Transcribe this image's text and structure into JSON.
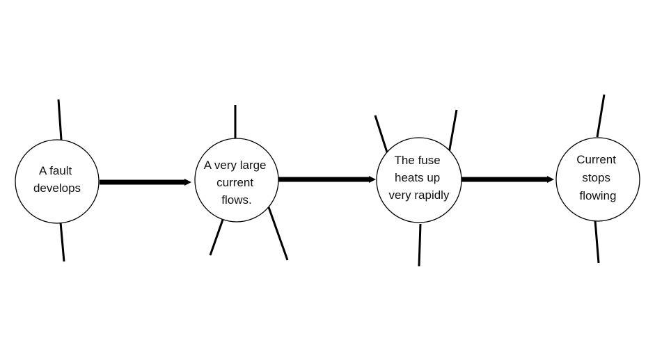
{
  "diagram": {
    "nodes": [
      {
        "lines": [
          "A fault",
          "develops"
        ]
      },
      {
        "lines": [
          "A very large",
          "current",
          "flows."
        ]
      },
      {
        "lines": [
          "The fuse",
          "heats up",
          "very rapidly"
        ]
      },
      {
        "lines": [
          "Current",
          "stops",
          "flowing"
        ]
      }
    ],
    "colors": {
      "stroke": "#000000",
      "fill": "#ffffff",
      "text": "#111111"
    }
  }
}
